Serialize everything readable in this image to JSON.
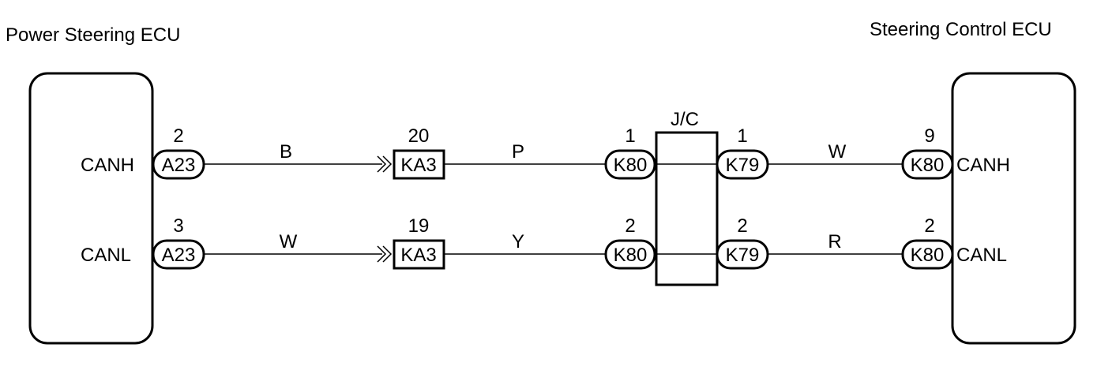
{
  "ecu_left": {
    "title": "Power Steering ECU",
    "canh": "CANH",
    "canl": "CANL"
  },
  "ecu_right": {
    "title": "Steering Control ECU",
    "canh": "CANH",
    "canl": "CANL"
  },
  "junction": {
    "label": "J/C"
  },
  "line_high": {
    "left_pin": "2",
    "left_conn": "A23",
    "wire1": "B",
    "mid_pin": "20",
    "mid_conn": "KA3",
    "wire2": "P",
    "jc_in_pin": "1",
    "jc_in_conn": "K80",
    "jc_out_pin": "1",
    "jc_out_conn": "K79",
    "wire3": "W",
    "right_pin": "9",
    "right_conn": "K80"
  },
  "line_low": {
    "left_pin": "3",
    "left_conn": "A23",
    "wire1": "W",
    "mid_pin": "19",
    "mid_conn": "KA3",
    "wire2": "Y",
    "jc_in_pin": "2",
    "jc_in_conn": "K80",
    "jc_out_pin": "2",
    "jc_out_conn": "K79",
    "wire3": "R",
    "right_pin": "2",
    "right_conn": "K80"
  }
}
